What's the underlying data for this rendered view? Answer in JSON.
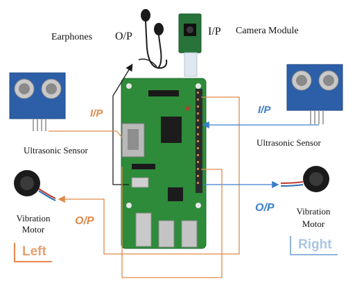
{
  "labels": {
    "earphones": "Earphones",
    "earphones_io": "O/P",
    "camera_io": "I/P",
    "camera_module": "Camera Module",
    "left_sensor_io": "I/P",
    "right_sensor_io": "I/P",
    "left_sensor": "Ultrasonic Sensor",
    "right_sensor": "Ultrasonic Sensor",
    "left_motor_line1": "Vibration",
    "left_motor_line2": "Motor",
    "right_motor_line1": "Vibration",
    "right_motor_line2": "Motor",
    "left_motor_io": "O/P",
    "right_motor_io": "O/P",
    "left_side": "Left",
    "right_side": "Right"
  },
  "colors": {
    "wire_orange": "#e0894a",
    "wire_blue": "#3a7fc9",
    "wire_black": "#1a1a1a",
    "board_green": "#2e8b3a",
    "sensor_blue": "#2d5fa8",
    "left_accent": "#e8874a",
    "right_accent": "#8fb3dc"
  },
  "icons": [
    "earphones-icon",
    "camera-module-icon",
    "ultrasonic-sensor-icon",
    "vibration-motor-icon",
    "raspberry-pi-board-icon"
  ]
}
